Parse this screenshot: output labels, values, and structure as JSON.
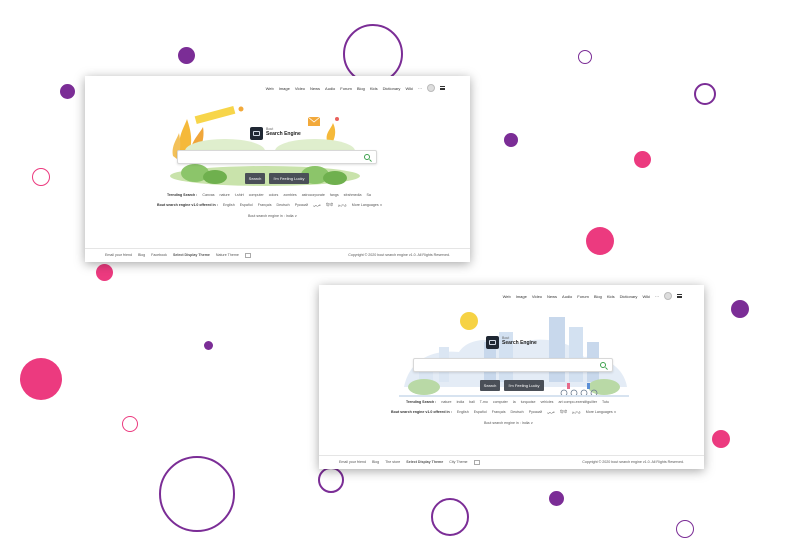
{
  "colors": {
    "purple": "#7b2d96",
    "pink": "#ec3a7f",
    "button": "#4a4f57",
    "accent_green": "#3aa04a"
  },
  "window1": {
    "nav": [
      "Web",
      "Image",
      "Video",
      "News",
      "Audio",
      "Forum",
      "Blog",
      "Kids",
      "Dictionary",
      "Wiki",
      "···"
    ],
    "logo_small": "Bout",
    "logo_title": "Search Engine",
    "search_button": "Search",
    "lucky_button": "I'm Feeling Lucky",
    "trending_label": "Trending Search :",
    "trending": [
      "Canvas",
      "nature",
      "t-shirt",
      "computer",
      "colors",
      "zombies",
      "astrocorporate",
      "fangs",
      "sfrahmedia",
      "Sa"
    ],
    "offered_label": "Bout search engine v1.0 offered in :",
    "languages": [
      "English",
      "Español",
      "Français",
      "Deutsch",
      "Русский",
      "عربي",
      "हिन्दी",
      "தமிழ்"
    ],
    "more_languages": "More Languages ∨",
    "region": "Bout search engine in : India ∨",
    "footer_links": [
      "Email your friend",
      "Blog",
      "Facebook"
    ],
    "theme_label": "Select Display Theme",
    "theme_value": "Nature Theme",
    "copyright": "Copyright © 2020 bout search engine v1.0. All Rights Reserved."
  },
  "window2": {
    "nav": [
      "Web",
      "Image",
      "Video",
      "News",
      "Audio",
      "Forum",
      "Blog",
      "Kids",
      "Dictionary",
      "Wiki",
      "···"
    ],
    "logo_small": "Bout",
    "logo_title": "Search Engine",
    "search_button": "Search",
    "lucky_button": "I'm Feeling Lucky",
    "trending_label": "Trending Search :",
    "trending": [
      "nature",
      "india",
      "bali",
      "T-mo",
      "computer",
      "la",
      "turquoise",
      "vehicles",
      "art compo-exenditguilter",
      "Tutu"
    ],
    "offered_label": "Bout search engine v1.0 offered in :",
    "languages": [
      "English",
      "Español",
      "Français",
      "Deutsch",
      "Русский",
      "عربي",
      "हिन्दी",
      "தமிழ்"
    ],
    "more_languages": "More Languages ∨",
    "region": "Bout search engine in : India ∨",
    "footer_links": [
      "Email your friend",
      "Blog",
      "The store"
    ],
    "theme_label": "Select Display Theme",
    "theme_value": "City Theme",
    "copyright": "Copyright © 2020 bout search engine v1.0. All Rights Reserved."
  }
}
